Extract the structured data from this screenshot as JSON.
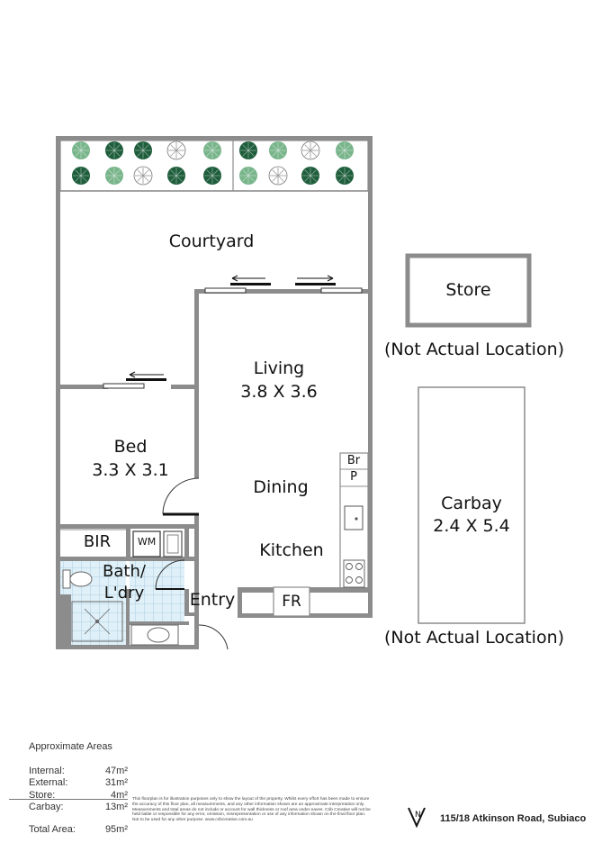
{
  "rooms": {
    "courtyard": "Courtyard",
    "living": "Living",
    "living_dim": "3.8 X 3.6",
    "bed": "Bed",
    "bed_dim": "3.3 X 3.1",
    "dining": "Dining",
    "kitchen": "Kitchen",
    "bir": "BIR",
    "wm": "WM",
    "bath_1": "Bath/",
    "bath_2": "L'dry",
    "entry": "Entry",
    "fr": "FR",
    "br": "Br",
    "p": "P",
    "store": "Store",
    "carbay": "Carbay",
    "carbay_dim": "2.4 X 5.4",
    "not_actual_1": "(Not Actual Location)",
    "not_actual_2": "(Not Actual Location)"
  },
  "areas": {
    "title": "Approximate Areas",
    "rows": [
      {
        "label": "Internal:",
        "value": "47m²"
      },
      {
        "label": "External:",
        "value": "31m²"
      },
      {
        "label": "Store:",
        "value": "4m²"
      },
      {
        "label": "Carbay:",
        "value": "13m²"
      }
    ],
    "total_label": "Total Area:",
    "total_value": "95m²"
  },
  "disclaimer": "This floorplan is for illustration purposes only to show the layout of the property. Whilst every effort has been made to ensure the accuracy of this floor plan, all measurements, and any other information shown are an approximate interpretation only. Measurements and total areas do not include or account for wall thickness or roof area under eaves. Crib Creative will not be held liable or responsible for any error, omission, misrepresentation or use of any information shown on the final floor plan. Not to be used for any other purpose. www.cribcreative.com.au",
  "address": "115/18 Atkinson Road, Subiaco",
  "colors": {
    "wall": "#8c8c8c",
    "tile": "#dff0f8",
    "tile_line": "#9fc6dc",
    "tree_dark": "#1f5e3c",
    "tree_light": "#79b58b",
    "door": "#111111"
  }
}
